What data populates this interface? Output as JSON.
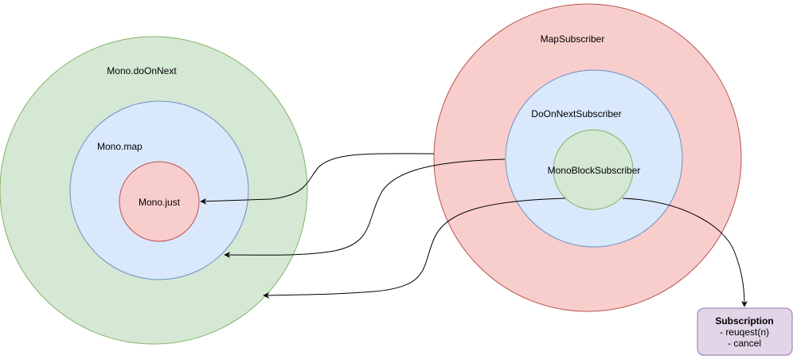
{
  "left_group": {
    "outer_label": "Mono.doOnNext",
    "middle_label": "Mono.map",
    "inner_label": "Mono.just"
  },
  "right_group": {
    "outer_label": "MapSubscriber",
    "middle_label": "DoOnNextSubscriber",
    "inner_label": "MonoBlockSubscriber"
  },
  "subscription_box": {
    "title": "Subscription",
    "line1": "- reuqest(n)",
    "line2": "- cancel"
  },
  "colors": {
    "green_fill": "#d5e8d4",
    "green_stroke": "#82b366",
    "blue_fill": "#dae8fc",
    "blue_stroke": "#6c8ebf",
    "red_fill": "#f8cecc",
    "red_stroke": "#b85450",
    "purple_fill": "#e1d5e7",
    "purple_stroke": "#9673a6"
  }
}
